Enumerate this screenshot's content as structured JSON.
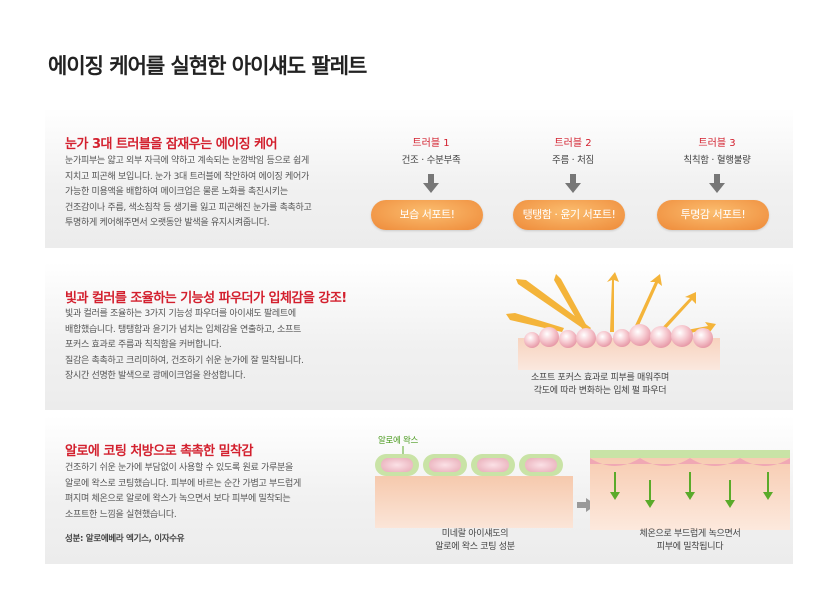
{
  "page_title": "에이징 케어를 실현한 아이섀도 팔레트",
  "section1": {
    "heading": "눈가 3대 트러블을 잠재우는 에이징 케어",
    "lines": [
      "눈가피부는 얇고 외부 자극에 약하고 계속되는 눈깜박임 등으로 쉽게",
      "지치고 피곤해 보입니다. 눈가 3대 트러블에 착안하여 에이징 케어가",
      "가능한 미용액을 배합하여 메이크업은 물론 노화를 촉진시키는",
      "건조감이나 주름, 색소침착 등 생기를 잃고 피곤해진 눈가를 촉촉하고",
      "투명하게 케어해주면서 오랫동안 발색을 유지시켜줍니다."
    ],
    "troubles": [
      {
        "title": "트러블 1",
        "desc": "건조 · 수분부족",
        "support": "보습 서포트!"
      },
      {
        "title": "트러블 2",
        "desc": "주름 · 처짐",
        "support": "탱탱함 · 윤기 서포트!"
      },
      {
        "title": "트러블 3",
        "desc": "칙칙함 · 혈행불량",
        "support": "투명감 서포트!"
      }
    ]
  },
  "section2": {
    "heading": "빛과 컬러를 조율하는 기능성 파우더가 입체감을 강조!",
    "lines": [
      "빛과 컬러를 조율하는 3가지 기능성 파우더를 아이섀도 팔레트에",
      "배합했습니다. 탱탱함과 윤기가 넘치는 입체감을 연출하고, 소프트",
      "포커스 효과로 주름과 칙칙함을 커버합니다.",
      "질감은 촉촉하고 크리미하여, 건조하기 쉬운 눈가에 잘 밀착됩니다.",
      "장시간 선명한 발색으로 광메이크업을 완성합니다."
    ],
    "caption": [
      "소프트 포커스 효과로 피부를 매워주며",
      "각도에 따라 변화하는 입체 펄 파우더"
    ]
  },
  "section3": {
    "heading": "알로에 코팅 처방으로 촉촉한 밀착감",
    "lines": [
      "건조하기 쉬운 눈가에 부담없이 사용할 수 있도록 원료 가루분을",
      "알로에 왁스로 코팅했습니다. 피부에 바르는 순간 가볍고 부드럽게",
      "펴지며 체온으로 알로에 왁스가 녹으면서 보다 피부에 밀착되는",
      "소프트한 느낌을 실현했습니다."
    ],
    "ingredients": "성분: 알로에베라 엑기스, 이자수유",
    "wax_label": "알로에 왁스",
    "caption_left": [
      "미네랄 아이섀도의",
      "알로에 왁스 코팅 성분"
    ],
    "caption_right": [
      "체온으로 부드럽게 녹으면서",
      "피부에 밀착됩니다"
    ]
  },
  "colors": {
    "accent": "#d3202e",
    "pill": "#ee8a39",
    "arrow": "#f4b43a",
    "green": "#5aaa2a"
  },
  "icons": [
    "arrow-down-icon",
    "arrow-right-icon"
  ]
}
